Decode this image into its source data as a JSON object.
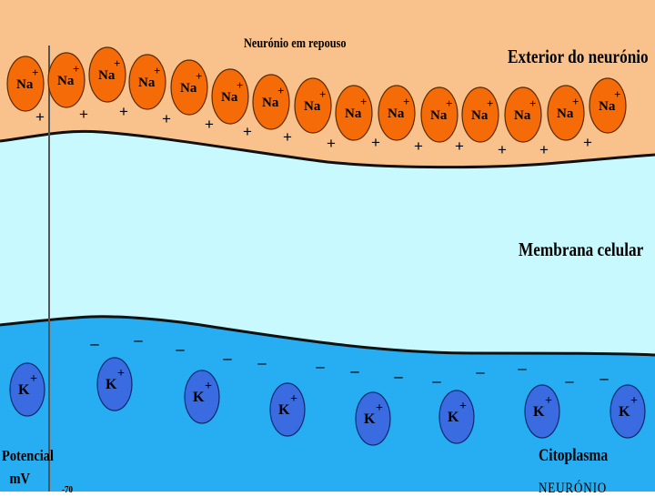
{
  "title": "Neurónio em repouso",
  "exterior_label": "Exterior do neurónio",
  "membrane_label": "Membrana celular",
  "cytoplasm_label": "Citoplasma",
  "neuron_label": "NEURÓNIO",
  "potential_label": {
    "line1": "Potencial",
    "line2": "mV"
  },
  "potential_value": "-70",
  "ions": {
    "outside": {
      "symbol": "Na",
      "charge": "+",
      "count": 15
    },
    "inside": {
      "symbol": "K",
      "charge": "+",
      "count": 8
    }
  },
  "charges": {
    "outside": "+",
    "inside": "–"
  },
  "colors": {
    "exterior": "#f9c18c",
    "membrane": "#c8f9ff",
    "cytoplasm": "#27aef2",
    "na_ion": "#f46b08",
    "k_ion": "#3a6be0"
  }
}
